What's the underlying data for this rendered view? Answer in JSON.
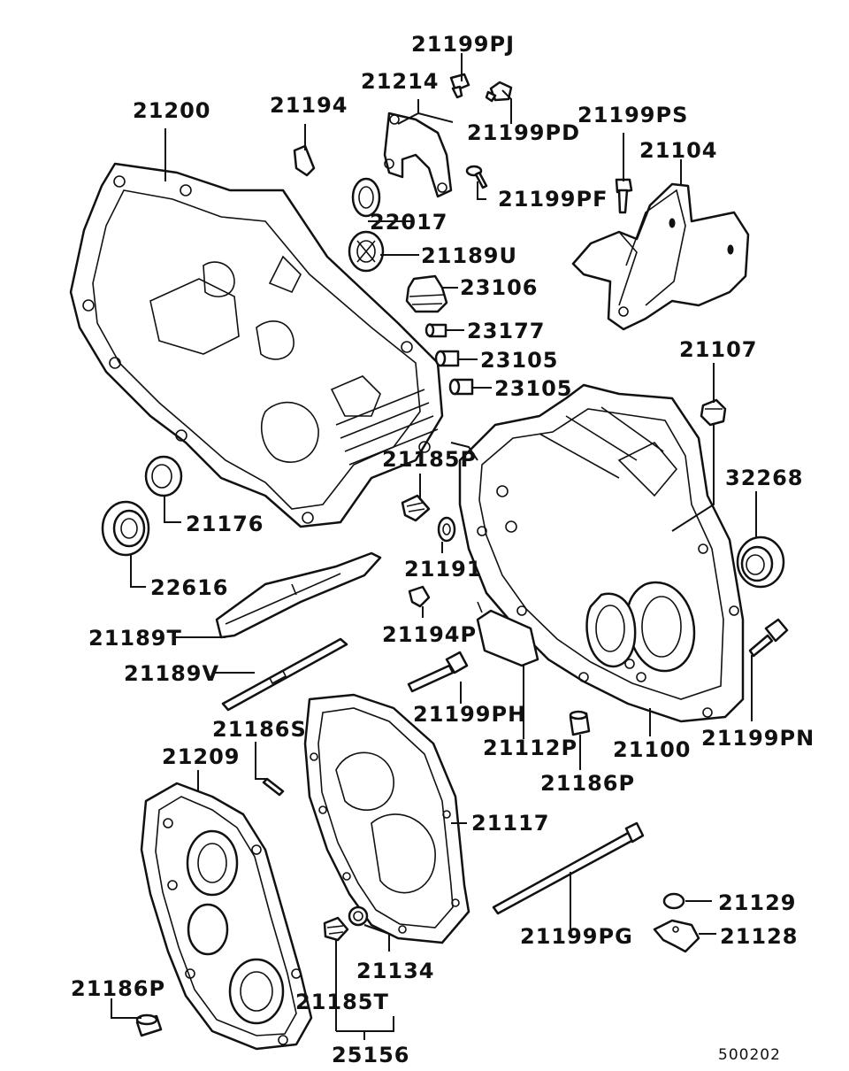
{
  "diagram_code": "500202",
  "colors": {
    "ink": "#111111",
    "paper": "#ffffff"
  },
  "labels": {
    "p21199PJ": "21199PJ",
    "p21214": "21214",
    "p21199PD": "21199PD",
    "p21200": "21200",
    "p21194": "21194",
    "p21199PS": "21199PS",
    "p21104": "21104",
    "p21199PF": "21199PF",
    "p22017": "22017",
    "p21189U": "21189U",
    "p23106": "23106",
    "p23177": "23177",
    "p23105a": "23105",
    "p23105b": "23105",
    "p21107": "21107",
    "p21185P": "21185P",
    "p32268": "32268",
    "p21176": "21176",
    "p22616": "22616",
    "p21191": "21191",
    "p21194P": "21194P",
    "p21189T": "21189T",
    "p21189V": "21189V",
    "p21199PH": "21199PH",
    "p21186S": "21186S",
    "p21112P": "21112P",
    "p21100": "21100",
    "p21199PN": "21199PN",
    "p21209": "21209",
    "p21186Pa": "21186P",
    "p21117": "21117",
    "p21129": "21129",
    "p21128": "21128",
    "p21199PG": "21199PG",
    "p21134": "21134",
    "p21186Pb": "21186P",
    "p21185T": "21185T",
    "p25156": "25156"
  }
}
